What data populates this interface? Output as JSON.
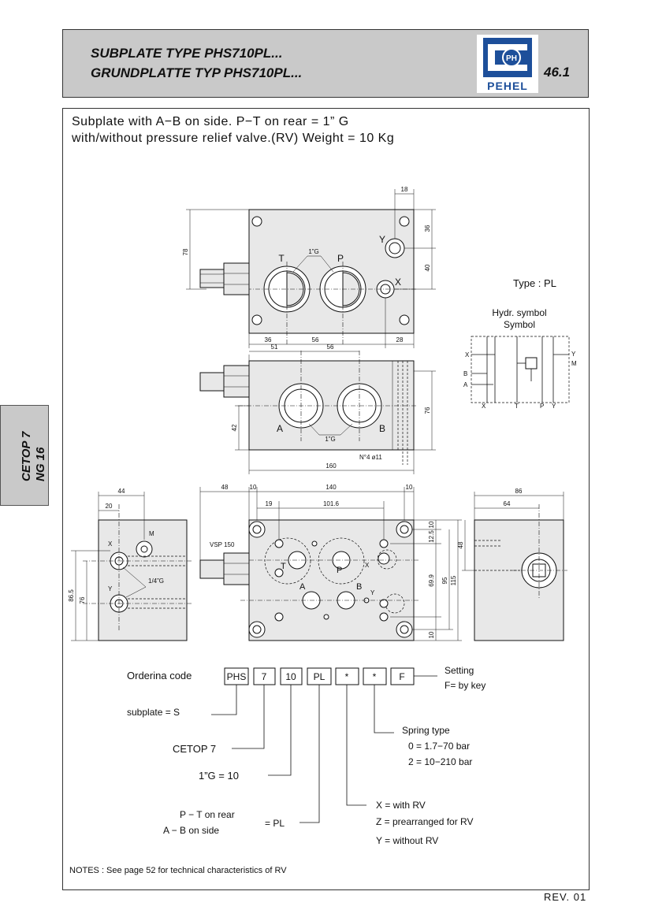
{
  "header": {
    "title_en": "SUBPLATE TYPE PHS710PL...",
    "title_de": "GRUNDPLATTE TYP PHS710PL...",
    "page_number": "46.1",
    "logo_text": "PEHEL",
    "logo_mark": "PH"
  },
  "description": {
    "line1": "Subplate   with A−B on side. P−T on rear = 1” G",
    "line2": "with/without pressure relief valve.(RV)    Weight = 10 Kg"
  },
  "side_tab": {
    "line1": "CETOP 7",
    "line2": "NG 16"
  },
  "type_label": "Type : PL",
  "hydr_symbol": {
    "label1": "Hydr. symbol",
    "label2": "Symbol"
  },
  "dims": {
    "top": {
      "d18": "18",
      "d36": "36",
      "d40": "40",
      "d78": "78",
      "d36b": "36",
      "d56": "56",
      "d28": "28",
      "port_size": "1”G",
      "T": "T",
      "P": "P",
      "Y": "Y",
      "X": "X"
    },
    "front": {
      "d51": "51",
      "d56": "56",
      "d76": "76",
      "d42": "42",
      "d160": "160",
      "holes": "N°4  ø11",
      "A": "A",
      "B": "B",
      "port_size": "1”G"
    },
    "bottom": {
      "d48": "48",
      "d10a": "10",
      "d140": "140",
      "d10b": "10",
      "d19": "19",
      "d101": "101.6",
      "vsp": "VSP 150",
      "d10c": "10",
      "d125": "12.5",
      "d699": "69.9",
      "d95": "95",
      "d115": "115",
      "d10d": "10",
      "T": "T",
      "P": "P",
      "X": "X",
      "A": "A",
      "B": "B",
      "Y": "Y"
    },
    "left": {
      "d44": "44",
      "d20": "20",
      "M": "M",
      "X": "X",
      "Y": "Y",
      "port": "1/4”G",
      "d865": "86.5",
      "d76": "76"
    },
    "right": {
      "d86": "86",
      "d64": "64",
      "d48": "48"
    },
    "symbol": {
      "X": "X",
      "B": "B",
      "A": "A",
      "X2": "X",
      "T": "T",
      "P": "P",
      "Y": "Y",
      "Y2": "Y",
      "M": "M"
    }
  },
  "ordering": {
    "title": "Orderina code",
    "boxes": [
      "PHS",
      "7",
      "10",
      "PL",
      "*",
      "*",
      "F"
    ],
    "setting_label": "Setting",
    "setting_value": "F= by key",
    "subplate": "subplate =   S",
    "cetop": "CETOP 7",
    "port": "1”G =   10",
    "pt_rear": "P  −  T on rear",
    "ab_side": "A − B     on side",
    "pl_value": "= PL",
    "spring_title": "Spring type",
    "spring_0": "0   = 1.7−70 bar",
    "spring_2": "2   = 10−210 bar",
    "rv_x": "X  =  with RV",
    "rv_z": "Z  =  prearranged for RV",
    "rv_y": "Y  =  without RV"
  },
  "notes": "NOTES :  See page 52 for technical characteristics of RV",
  "revision": "REV. 01",
  "colors": {
    "header_bg": "#c9c9c9",
    "logo_blue": "#1d4f9a",
    "part_fill": "#e8e8e8"
  }
}
